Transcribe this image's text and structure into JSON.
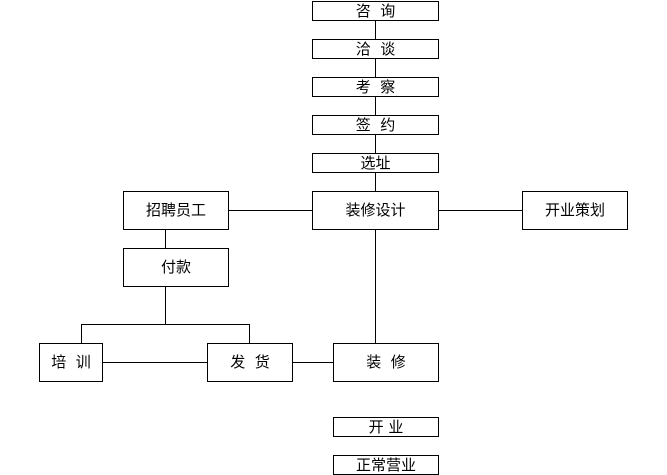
{
  "diagram": {
    "type": "flowchart",
    "line_color": "#000000",
    "box_border_color": "#000000",
    "background_color": "#ffffff",
    "nodes": {
      "consult": {
        "label": "咨  询"
      },
      "negotiate": {
        "label": "洽  谈"
      },
      "inspect": {
        "label": "考  察"
      },
      "sign": {
        "label": "签  约"
      },
      "site_selection": {
        "label": "选址"
      },
      "decoration_design": {
        "label": "装修设计"
      },
      "recruit_staff": {
        "label": "招聘员工"
      },
      "opening_planning": {
        "label": "开业策划"
      },
      "payment": {
        "label": "付款"
      },
      "training": {
        "label": "培  训"
      },
      "shipping": {
        "label": "发  货"
      },
      "decoration": {
        "label": "装  修"
      },
      "opening": {
        "label": "开 业"
      },
      "normal_operation": {
        "label": "正常营业"
      }
    },
    "edges": [
      {
        "from": "consult",
        "to": "negotiate"
      },
      {
        "from": "negotiate",
        "to": "inspect"
      },
      {
        "from": "inspect",
        "to": "sign"
      },
      {
        "from": "sign",
        "to": "site_selection"
      },
      {
        "from": "site_selection",
        "to": "decoration_design"
      },
      {
        "from": "decoration_design",
        "to": "recruit_staff"
      },
      {
        "from": "decoration_design",
        "to": "opening_planning"
      },
      {
        "from": "decoration_design",
        "to": "decoration"
      },
      {
        "from": "recruit_staff",
        "to": "payment"
      },
      {
        "from": "payment",
        "to": "training"
      },
      {
        "from": "payment",
        "to": "shipping"
      },
      {
        "from": "training",
        "to": "shipping"
      },
      {
        "from": "shipping",
        "to": "decoration"
      }
    ]
  }
}
